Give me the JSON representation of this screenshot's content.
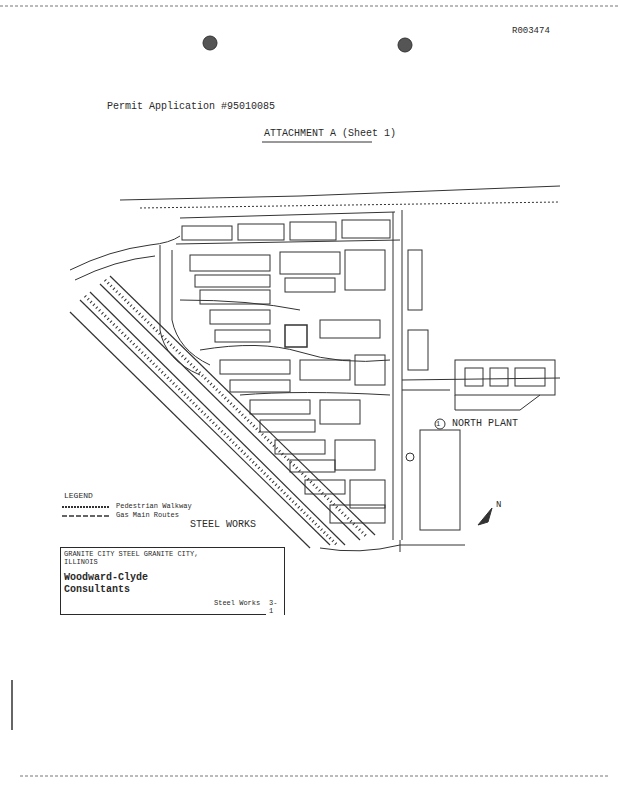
{
  "diagram": {
    "title": "ATTACHMENT A (Sheet 1)",
    "nodes": [
      {
        "text": [
          "GRANITE CITY STEEL GRANITE CITY, ILLINOIS"
        ]
      },
      {
        "text": [
          "Woodward-Clyde Consultants"
        ],
        "in": 0
      },
      {
        "text": [
          "Steel Works"
        ],
        "in": 0
      },
      {
        "text": [
          "3-1"
        ],
        "in": 0
      }
    ],
    "labels": [
      "R003474",
      "Permit Application #95010085",
      "1",
      "NORTH PLANT",
      "STEEL WORKS",
      "N",
      "LEGEND"
    ],
    "legend": [
      {
        "text": "Pedestrian Walkway"
      },
      {
        "text": "Gas Main Routes"
      }
    ]
  }
}
